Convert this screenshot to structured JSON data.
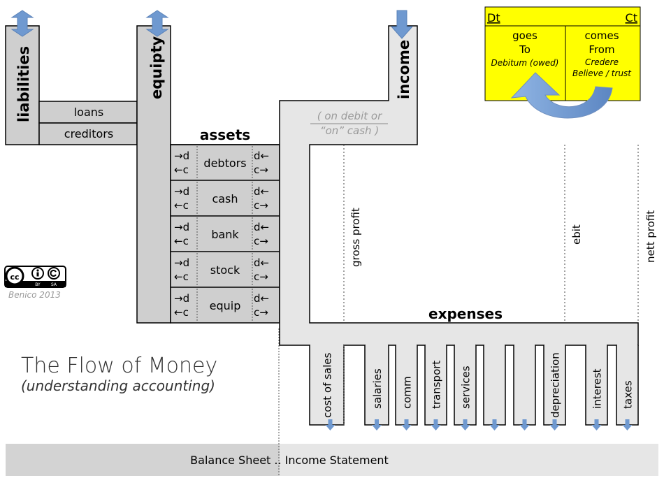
{
  "columns": {
    "liabilities": "liabilities",
    "equity": "equipty",
    "income": "income"
  },
  "liability_rows": [
    "loans",
    "creditors"
  ],
  "assets": {
    "title": "assets",
    "left_in": "→d",
    "left_out": "←c",
    "right_in": "d←",
    "right_out": "c→",
    "rows": [
      "debtors",
      "cash",
      "bank",
      "stock",
      "equip"
    ]
  },
  "debit_note": {
    "line1": "( on debit or",
    "line2": "“on” cash )"
  },
  "profits": [
    "gross profit",
    "ebit",
    "nett profit"
  ],
  "expenses": {
    "title": "expenses",
    "items": [
      "cost of sales",
      "salaries",
      "comm",
      "transport",
      "services",
      "",
      "",
      "depreciation",
      "interest",
      "taxes"
    ]
  },
  "legend": {
    "dt": "Dt",
    "ct": "Ct",
    "left": {
      "line1": "goes",
      "line2": "To",
      "line3": "Debitum (owed)"
    },
    "right": {
      "line1": "comes",
      "line2": "From",
      "line3": "Credere",
      "line4": "Believe / trust"
    },
    "bg_color": "#ffff00"
  },
  "title": {
    "main": "The Flow of Money",
    "sub": "(understanding accounting)"
  },
  "license": {
    "badge": "cc by sa",
    "by": "BY",
    "sa": "SA",
    "author": "Benico 2013"
  },
  "footer": {
    "left": "Balance Sheet",
    "sep": "..",
    "right": "Income Statement"
  },
  "colors": {
    "dark_grey": "#cfcfcf",
    "light_grey": "#e6e6e6",
    "arrow_blue": "#6f99d0",
    "footer_left": "#d3d3d3",
    "footer_right": "#e6e6e6"
  }
}
